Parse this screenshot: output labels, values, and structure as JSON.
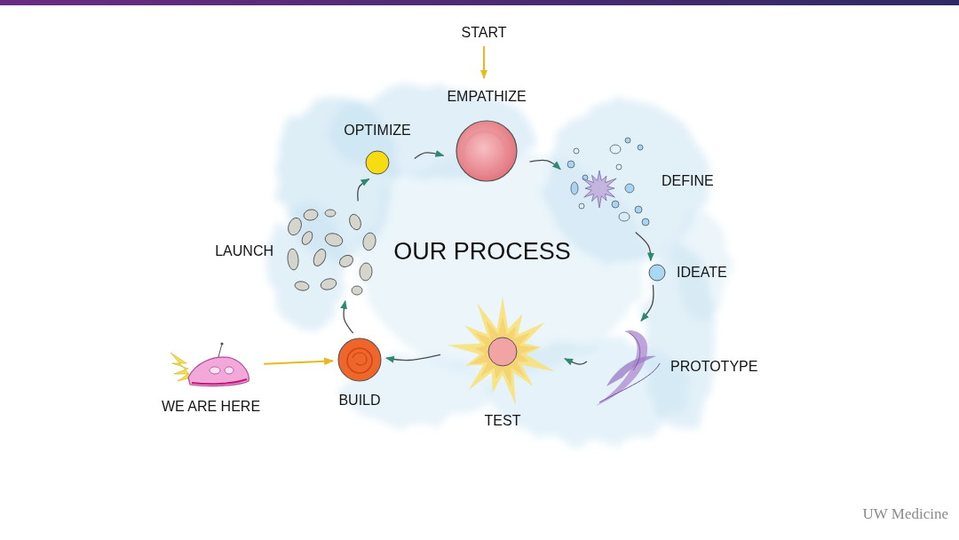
{
  "diagram": {
    "title": "OUR PROCESS",
    "nodes": [
      {
        "text": [
          "EMPATHIZE"
        ]
      },
      {
        "text": [
          "DEFINE"
        ]
      },
      {
        "text": [
          "IDEATE"
        ]
      },
      {
        "text": [
          "PROTOTYPE"
        ]
      },
      {
        "text": [
          "TEST"
        ]
      },
      {
        "text": [
          "BUILD"
        ]
      },
      {
        "text": [
          "LAUNCH"
        ]
      },
      {
        "text": [
          "OPTIMIZE"
        ]
      },
      {
        "text": [
          "WE ARE HERE"
        ]
      }
    ],
    "edges": [
      {
        "from": 0,
        "to": 1,
        "arrow": "to"
      },
      {
        "from": 1,
        "to": 2,
        "arrow": "to"
      },
      {
        "from": 2,
        "to": 3,
        "arrow": "to"
      },
      {
        "from": 3,
        "to": 4,
        "arrow": "to"
      },
      {
        "from": 4,
        "to": 5,
        "arrow": "to"
      },
      {
        "from": 5,
        "to": 6,
        "arrow": "to"
      },
      {
        "from": 6,
        "to": 7,
        "arrow": "to"
      },
      {
        "from": 7,
        "to": 0,
        "arrow": "to"
      },
      {
        "from": 8,
        "to": 5,
        "arrow": "to"
      }
    ],
    "labels": [
      "START",
      "UW Medicine"
    ]
  }
}
